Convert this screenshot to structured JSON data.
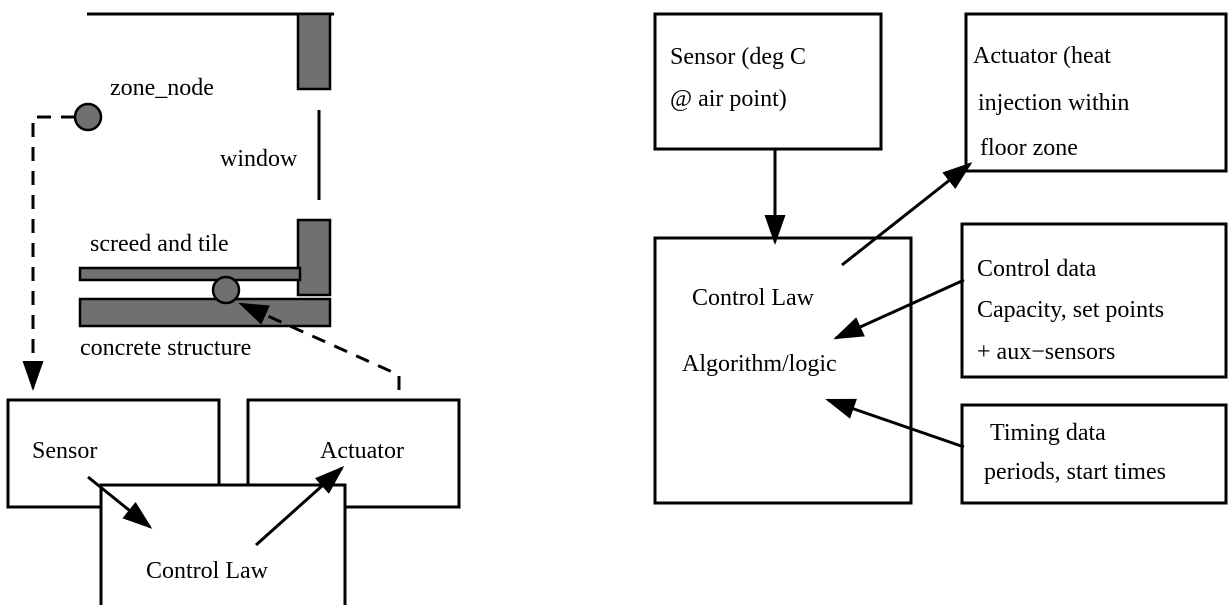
{
  "left_diagram": {
    "zone_node_label": "zone_node",
    "window_label": "window",
    "screed_label": "screed and tile",
    "concrete_label": "concrete structure",
    "sensor_label": "Sensor",
    "actuator_label": "Actuator",
    "control_law_label": "Control Law"
  },
  "right_diagram": {
    "sensor_lines": [
      "Sensor (deg C",
      "@ air point)"
    ],
    "actuator_lines": [
      "Actuator (heat",
      "injection within",
      "floor zone"
    ],
    "control_law_lines": [
      "Control Law",
      "Algorithm/logic"
    ],
    "control_data_lines": [
      "Control data",
      "Capacity, set points",
      "+ aux−sensors"
    ],
    "timing_data_lines": [
      "Timing data",
      "periods, start times"
    ]
  }
}
